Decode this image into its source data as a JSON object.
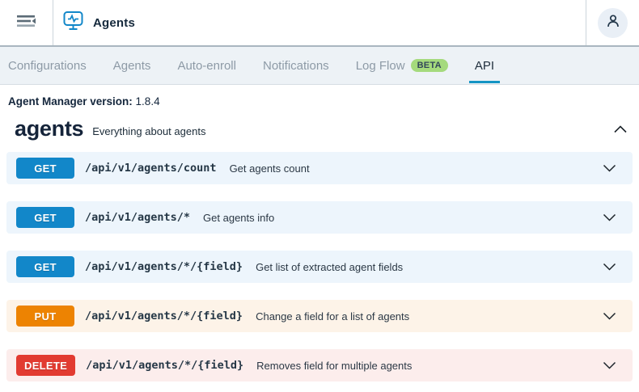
{
  "topbar": {
    "title": "Agents",
    "icons": {
      "menu": "collapse-menu-icon",
      "app": "monitor-pulse-icon",
      "user": "user-icon"
    }
  },
  "tabs": [
    {
      "label": "Configurations",
      "active": false
    },
    {
      "label": "Agents",
      "active": false
    },
    {
      "label": "Auto-enroll",
      "active": false
    },
    {
      "label": "Notifications",
      "active": false
    },
    {
      "label": "Log Flow",
      "active": false,
      "badge": "BETA"
    },
    {
      "label": "API",
      "active": true
    }
  ],
  "content": {
    "version_label": "Agent Manager version:",
    "version_value": "1.8.4",
    "section": {
      "title": "agents",
      "description": "Everything about agents",
      "expanded": true
    },
    "endpoints": [
      {
        "method": "GET",
        "path": "/api/v1/agents/count",
        "summary": "Get agents count"
      },
      {
        "method": "GET",
        "path": "/api/v1/agents/*",
        "summary": "Get agents info"
      },
      {
        "method": "GET",
        "path": "/api/v1/agents/*/{field}",
        "summary": "Get list of extracted agent fields"
      },
      {
        "method": "PUT",
        "path": "/api/v1/agents/*/{field}",
        "summary": "Change a field for a list of agents"
      },
      {
        "method": "DELETE",
        "path": "/api/v1/agents/*/{field}",
        "summary": "Removes field for multiple agents"
      }
    ]
  },
  "colors": {
    "get": "#1287c9",
    "get_row_bg": "#edf5fc",
    "put": "#ed8302",
    "put_row_bg": "#fdf3e8",
    "delete": "#e23b31",
    "delete_row_bg": "#fcedec",
    "active_tab_underline": "#1494c4",
    "beta_badge_bg": "#a5da7d",
    "app_icon_blue": "#1287c9"
  }
}
